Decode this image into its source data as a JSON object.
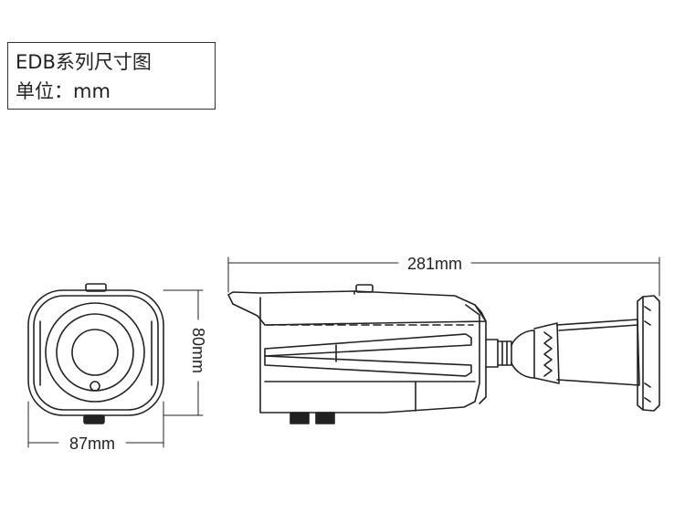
{
  "title": {
    "series": "EDB系列尺寸图",
    "unit": "单位：mm"
  },
  "dimensions": {
    "length": "281mm",
    "height": "80mm",
    "width": "87mm"
  },
  "colors": {
    "line": "#222222",
    "background": "#ffffff"
  }
}
